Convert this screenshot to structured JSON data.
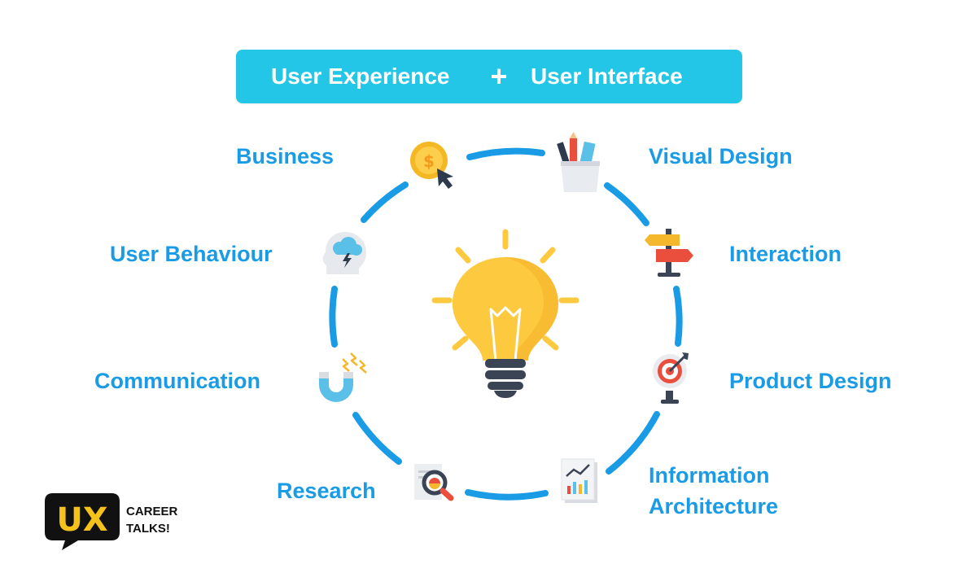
{
  "banner": {
    "left": "User Experience",
    "plus": "+",
    "right": "User Interface"
  },
  "labels": {
    "business": "Business",
    "user_behaviour": "User Behaviour",
    "communication": "Communication",
    "research": "Research",
    "visual_design": "Visual Design",
    "interaction": "Interaction",
    "product_design": "Product Design",
    "information_architecture_line1": "Information",
    "information_architecture_line2": "Architecture"
  },
  "logo": {
    "mark": "UX",
    "line1": "CAREER",
    "line2": "TALKS!"
  },
  "icons": [
    "coin-cursor-icon",
    "pencil-cup-icon",
    "signpost-icon",
    "target-icon",
    "analytics-report-icon",
    "magnifier-document-icon",
    "magnet-icon",
    "head-storm-icon",
    "lightbulb-icon"
  ],
  "colors": {
    "banner": "#23c6e6",
    "ring": "#1a9be6",
    "label": "#1a9be6",
    "bulb": "#fcc93f",
    "logo_black": "#111111",
    "logo_gold": "#f4c21b"
  }
}
